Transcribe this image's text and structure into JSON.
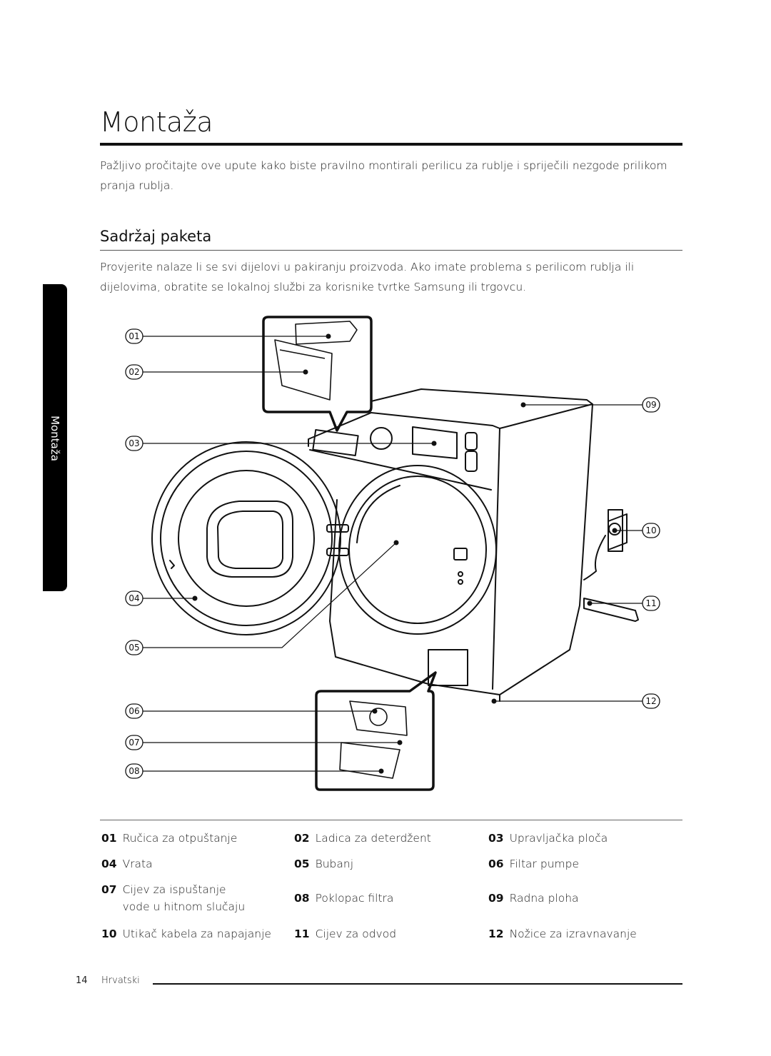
{
  "page": {
    "title": "Montaža",
    "intro": "Pažljivo pročitajte ove upute kako biste pravilno montirali perilicu za rublje i spriječili nezgode prilikom pranja rublja.",
    "section_title": "Sadržaj paketa",
    "section_text": "Provjerite nalaze li se svi dijelovi u pakiranju proizvoda. Ako imate problema s perilicom rublja ili dijelovima, obratite se lokalnoj službi za korisnike tvrtke Samsung ili trgovcu.",
    "side_tab": "Montaža"
  },
  "callouts": [
    "01",
    "02",
    "03",
    "04",
    "05",
    "06",
    "07",
    "08",
    "09",
    "10",
    "11",
    "12"
  ],
  "legend": [
    {
      "num": "01",
      "label": "Ručica za otpuštanje"
    },
    {
      "num": "02",
      "label": "Ladica za deterdžent"
    },
    {
      "num": "03",
      "label": "Upravljačka ploča"
    },
    {
      "num": "04",
      "label": "Vrata"
    },
    {
      "num": "05",
      "label": "Bubanj"
    },
    {
      "num": "06",
      "label": "Filtar pumpe"
    },
    {
      "num": "07",
      "label": "Cijev za ispuštanje vode u hitnom slučaju"
    },
    {
      "num": "08",
      "label": "Poklopac filtra"
    },
    {
      "num": "09",
      "label": "Radna ploha"
    },
    {
      "num": "10",
      "label": "Utikač kabela za napajanje"
    },
    {
      "num": "11",
      "label": "Cijev za odvod"
    },
    {
      "num": "12",
      "label": "Nožice za izravnavanje"
    }
  ],
  "footer": {
    "page_number": "14",
    "language": "Hrvatski"
  }
}
